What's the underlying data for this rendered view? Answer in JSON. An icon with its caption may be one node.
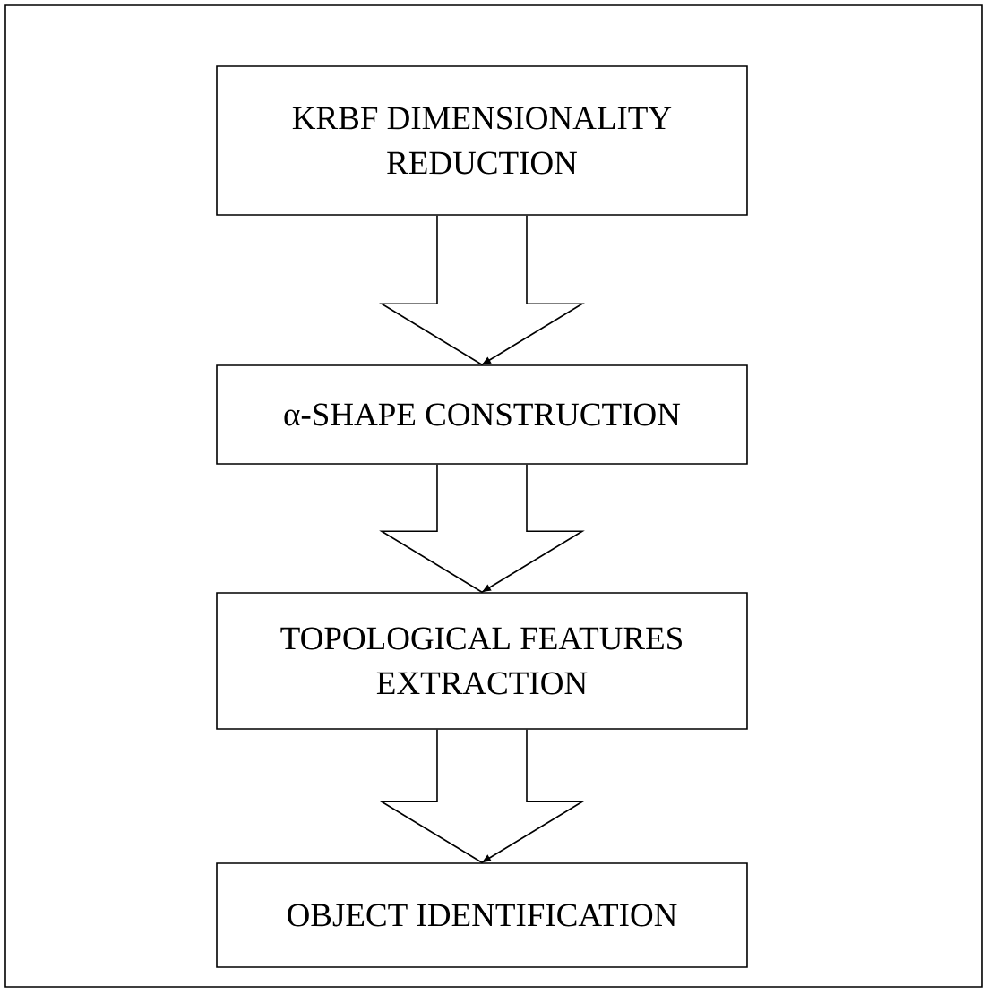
{
  "diagram": {
    "nodes": [
      {
        "text": [
          "KRBF DIMENSIONALITY REDUCTION"
        ]
      },
      {
        "text": [
          "α-SHAPE CONSTRUCTION"
        ]
      },
      {
        "text": [
          "TOPOLOGICAL FEATURES EXTRACTION"
        ]
      },
      {
        "text": [
          "OBJECT IDENTIFICATION"
        ]
      }
    ],
    "edges": [
      {
        "from": 0,
        "to": 1,
        "arrow": "to"
      },
      {
        "from": 1,
        "to": 2,
        "arrow": "to"
      },
      {
        "from": 2,
        "to": 3,
        "arrow": "to"
      }
    ]
  }
}
